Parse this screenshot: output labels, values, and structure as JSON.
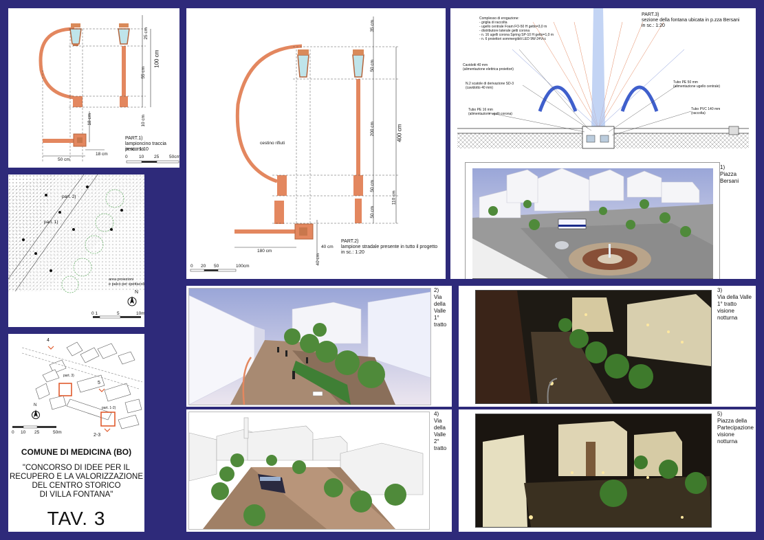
{
  "part1": {
    "title": "PART.1)",
    "subtitle": "lampioncino traccia percorso",
    "scale": "in sc.: 1:10",
    "dims": {
      "d25": "25 cm",
      "d100": "100 cm",
      "d55": "55 cm",
      "d10": "10 cm",
      "d18a": "18 cm",
      "d50": "50 cm",
      "d18b": "18 cm"
    },
    "scalebar": [
      "0",
      "10",
      "25",
      "50cm"
    ]
  },
  "part2": {
    "title": "PART.2)",
    "subtitle": "lampione stradale presente in tutto il progetto",
    "scale": "in sc.: 1:20",
    "cestino": "cestino rifiuti",
    "dims": {
      "d35": "35 cm",
      "d50a": "50 cm",
      "d200": "200 cm",
      "d400": "400 cm",
      "d50b": "50 cm",
      "d110": "110 cm",
      "d50c": "50 cm",
      "d180": "180 cm",
      "d40a": "40 cm",
      "d40b": "40 cm"
    },
    "scalebar": [
      "0",
      "20",
      "50",
      "100cm"
    ]
  },
  "part3": {
    "title": "PART.3)",
    "subtitle": "sezione della fontana ubicata in p.zza Bersani",
    "scale": "in sc.: 1:20",
    "notes": {
      "irrigation": "Complesso di erogazione:\n- griglia di raccolta\n- ugello centrale Foam FO-50 H getto=3,0 m\n- distributore laterale getti corona\n- n. 16 ugelli corona Spring SP-10 H getto=1,0 m\n- n. 6 proiettori sommergibili LED 9W-24Vcc",
      "cavidotti": "Cavidotti 40 mm\n(alimentazione elettrica proiettori)",
      "scatole": "N.2 scatole di derivazione SD-3\n(cavidotto 40 mm)",
      "tubo50": "Tubo PE 50 mm\n(alimentazione ugello centrale)",
      "tubo16": "Tubo PE 16 mm\n(alimentazione ugelli corona)",
      "pvc": "Tubo PVC 140 mm\n(raccolta)"
    }
  },
  "plan": {
    "part2": "part. 2)",
    "part1": "part. 1)",
    "area": "area proiezioni\ne palco per spettacoli",
    "north": "N",
    "scalebar": [
      "0 1",
      "5",
      "10m"
    ]
  },
  "keymap": {
    "n4": "4",
    "n5": "5",
    "n23": "2-3",
    "part3": "part. 3)",
    "part12": "part. 1-2)",
    "north": "N",
    "scalebar": [
      "0",
      "10",
      "25",
      "50m"
    ]
  },
  "titleblock": {
    "comune": "COMUNE DI MEDICINA (BO)",
    "concorso": "\"CONCORSO DI IDEE PER IL\nRECUPERO E LA VALORIZZAZIONE\nDEL CENTRO STORICO\nDI VILLA FONTANA\"",
    "tav": "TAV. 3"
  },
  "views": {
    "v1": "1)\nPiazza Bersani",
    "v2": "2)\nVia della Valle\n1° tratto",
    "v3": "3)\nVia della Valle\n1° tratto\nvisione notturna",
    "v4": "4)\nVia della Valle\n2° tratto",
    "v5": "5)\nPiazza della\nPartecipazione\nvisione notturna"
  },
  "colors": {
    "frame": "#2e2a7a",
    "copper": "#e3875f",
    "tree": "#4f8a3a",
    "night": "#1e1a14"
  }
}
